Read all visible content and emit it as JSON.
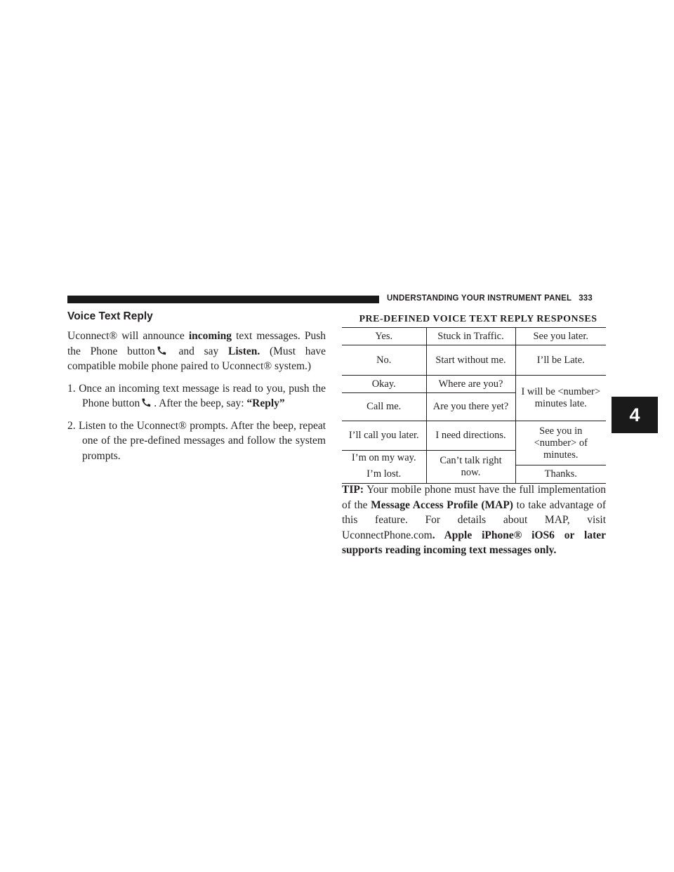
{
  "header": {
    "section": "UNDERSTANDING YOUR INSTRUMENT PANEL",
    "page_number": "333"
  },
  "chapter_tab": "4",
  "left": {
    "title": "Voice Text Reply",
    "intro": {
      "t1": "Uconnect® will announce ",
      "b1": "incoming",
      "t2": " text messages. Push the Phone button",
      "t3": " and say ",
      "b2": "Listen.",
      "t4": " (Must have compatible mobile phone paired to Uconnect® system.)"
    },
    "steps": [
      {
        "num": "1.",
        "t1": "Once an incoming text message is read to you, push the Phone button",
        "t2": ". After the beep, say: ",
        "b1": "“Reply”"
      },
      {
        "num": "2.",
        "t1": "Listen to the Uconnect® prompts. After the beep, repeat one of the pre-defined messages and follow the system prompts."
      }
    ],
    "icon": "phone-handset-icon"
  },
  "table": {
    "title": "PRE-DEFINED VOICE TEXT REPLY RESPONSES",
    "c": {
      "r1a": "Yes.",
      "r1b": "Stuck in Traffic.",
      "r1c": "See you later.",
      "r2a": "No.",
      "r2b": "Start without me.",
      "r2c": "I’ll be Late.",
      "r3a": "Okay.",
      "r3b": "Where are you?",
      "r3c": "I will be <number> minutes late.",
      "r4a": "Call me.",
      "r4b": "Are you there yet?",
      "r5a": "I’ll call you later.",
      "r5b": "I need directions.",
      "r5c": "See you in <number> of minutes.",
      "r6a": "I’m on my way.",
      "r6b": "Can’t talk right now.",
      "r7a": "I’m lost.",
      "r7c": "Thanks."
    }
  },
  "tip": {
    "label": "TIP:",
    "t1": " Your mobile phone must have the full implementation of the ",
    "b1": "Message Access Profile (MAP)",
    "t2": " to take advantage of this feature. For details about MAP, visit UconnectPhone.com",
    "b2": ". Apple iPhone® iOS6 or later supports reading incoming text messages only."
  }
}
